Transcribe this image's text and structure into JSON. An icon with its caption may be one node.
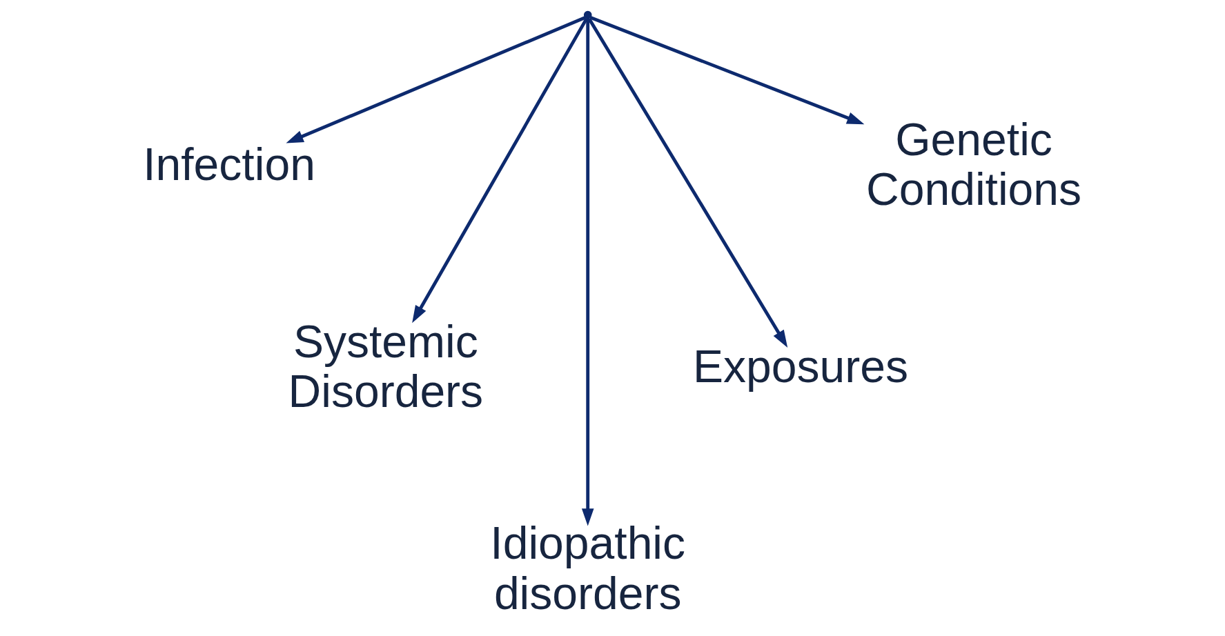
{
  "diagram": {
    "nodes": [
      {
        "text": [],
        "shape": "point"
      },
      {
        "text": [
          "Infection"
        ]
      },
      {
        "text": [
          "Systemic Disorders"
        ]
      },
      {
        "text": [
          "Idiopathic disorders"
        ]
      },
      {
        "text": [
          "Exposures"
        ]
      },
      {
        "text": [
          "Genetic Conditions"
        ]
      }
    ],
    "edges": [
      {
        "from": 0,
        "to": 1,
        "arrow": "to"
      },
      {
        "from": 0,
        "to": 2,
        "arrow": "to"
      },
      {
        "from": 0,
        "to": 3,
        "arrow": "to"
      },
      {
        "from": 0,
        "to": 4,
        "arrow": "to"
      },
      {
        "from": 0,
        "to": 5,
        "arrow": "to"
      }
    ]
  }
}
